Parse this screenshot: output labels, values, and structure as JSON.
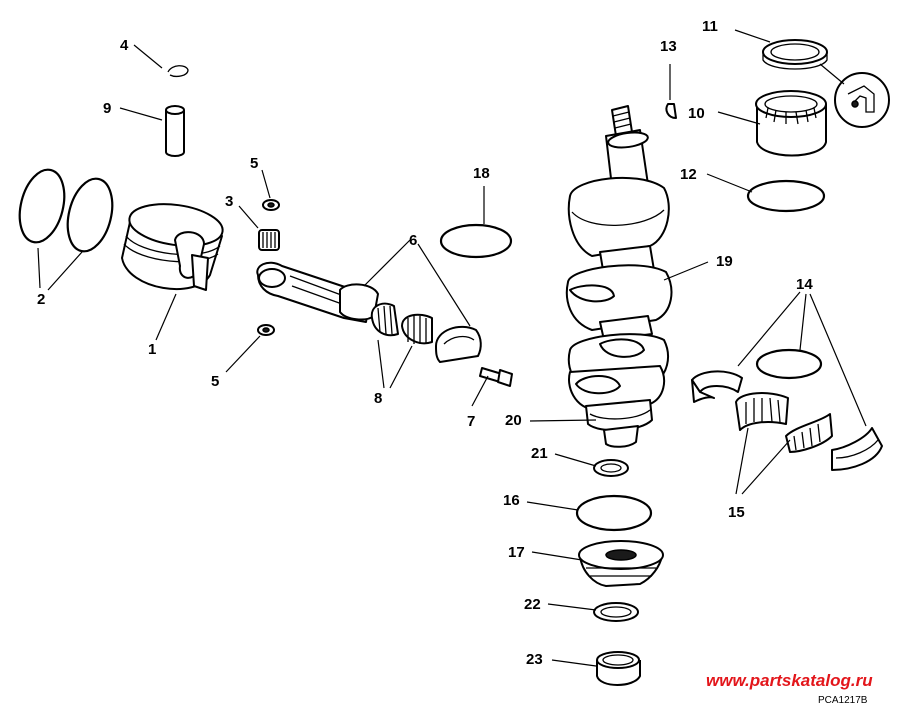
{
  "diagram": {
    "callouts": {
      "c1": "1",
      "c2": "2",
      "c3": "3",
      "c4": "4",
      "c5a": "5",
      "c5b": "5",
      "c6": "6",
      "c7": "7",
      "c8": "8",
      "c9": "9",
      "c10": "10",
      "c11": "11",
      "c12": "12",
      "c13": "13",
      "c14": "14",
      "c15": "15",
      "c16": "16",
      "c17": "17",
      "c18": "18",
      "c19": "19",
      "c20": "20",
      "c21": "21",
      "c22": "22",
      "c23": "23"
    },
    "watermark": "www.partskatalog.ru",
    "figure_code": "PCA1217B",
    "colors": {
      "line": "#000000",
      "background": "#ffffff",
      "watermark": "#e3161b"
    }
  }
}
